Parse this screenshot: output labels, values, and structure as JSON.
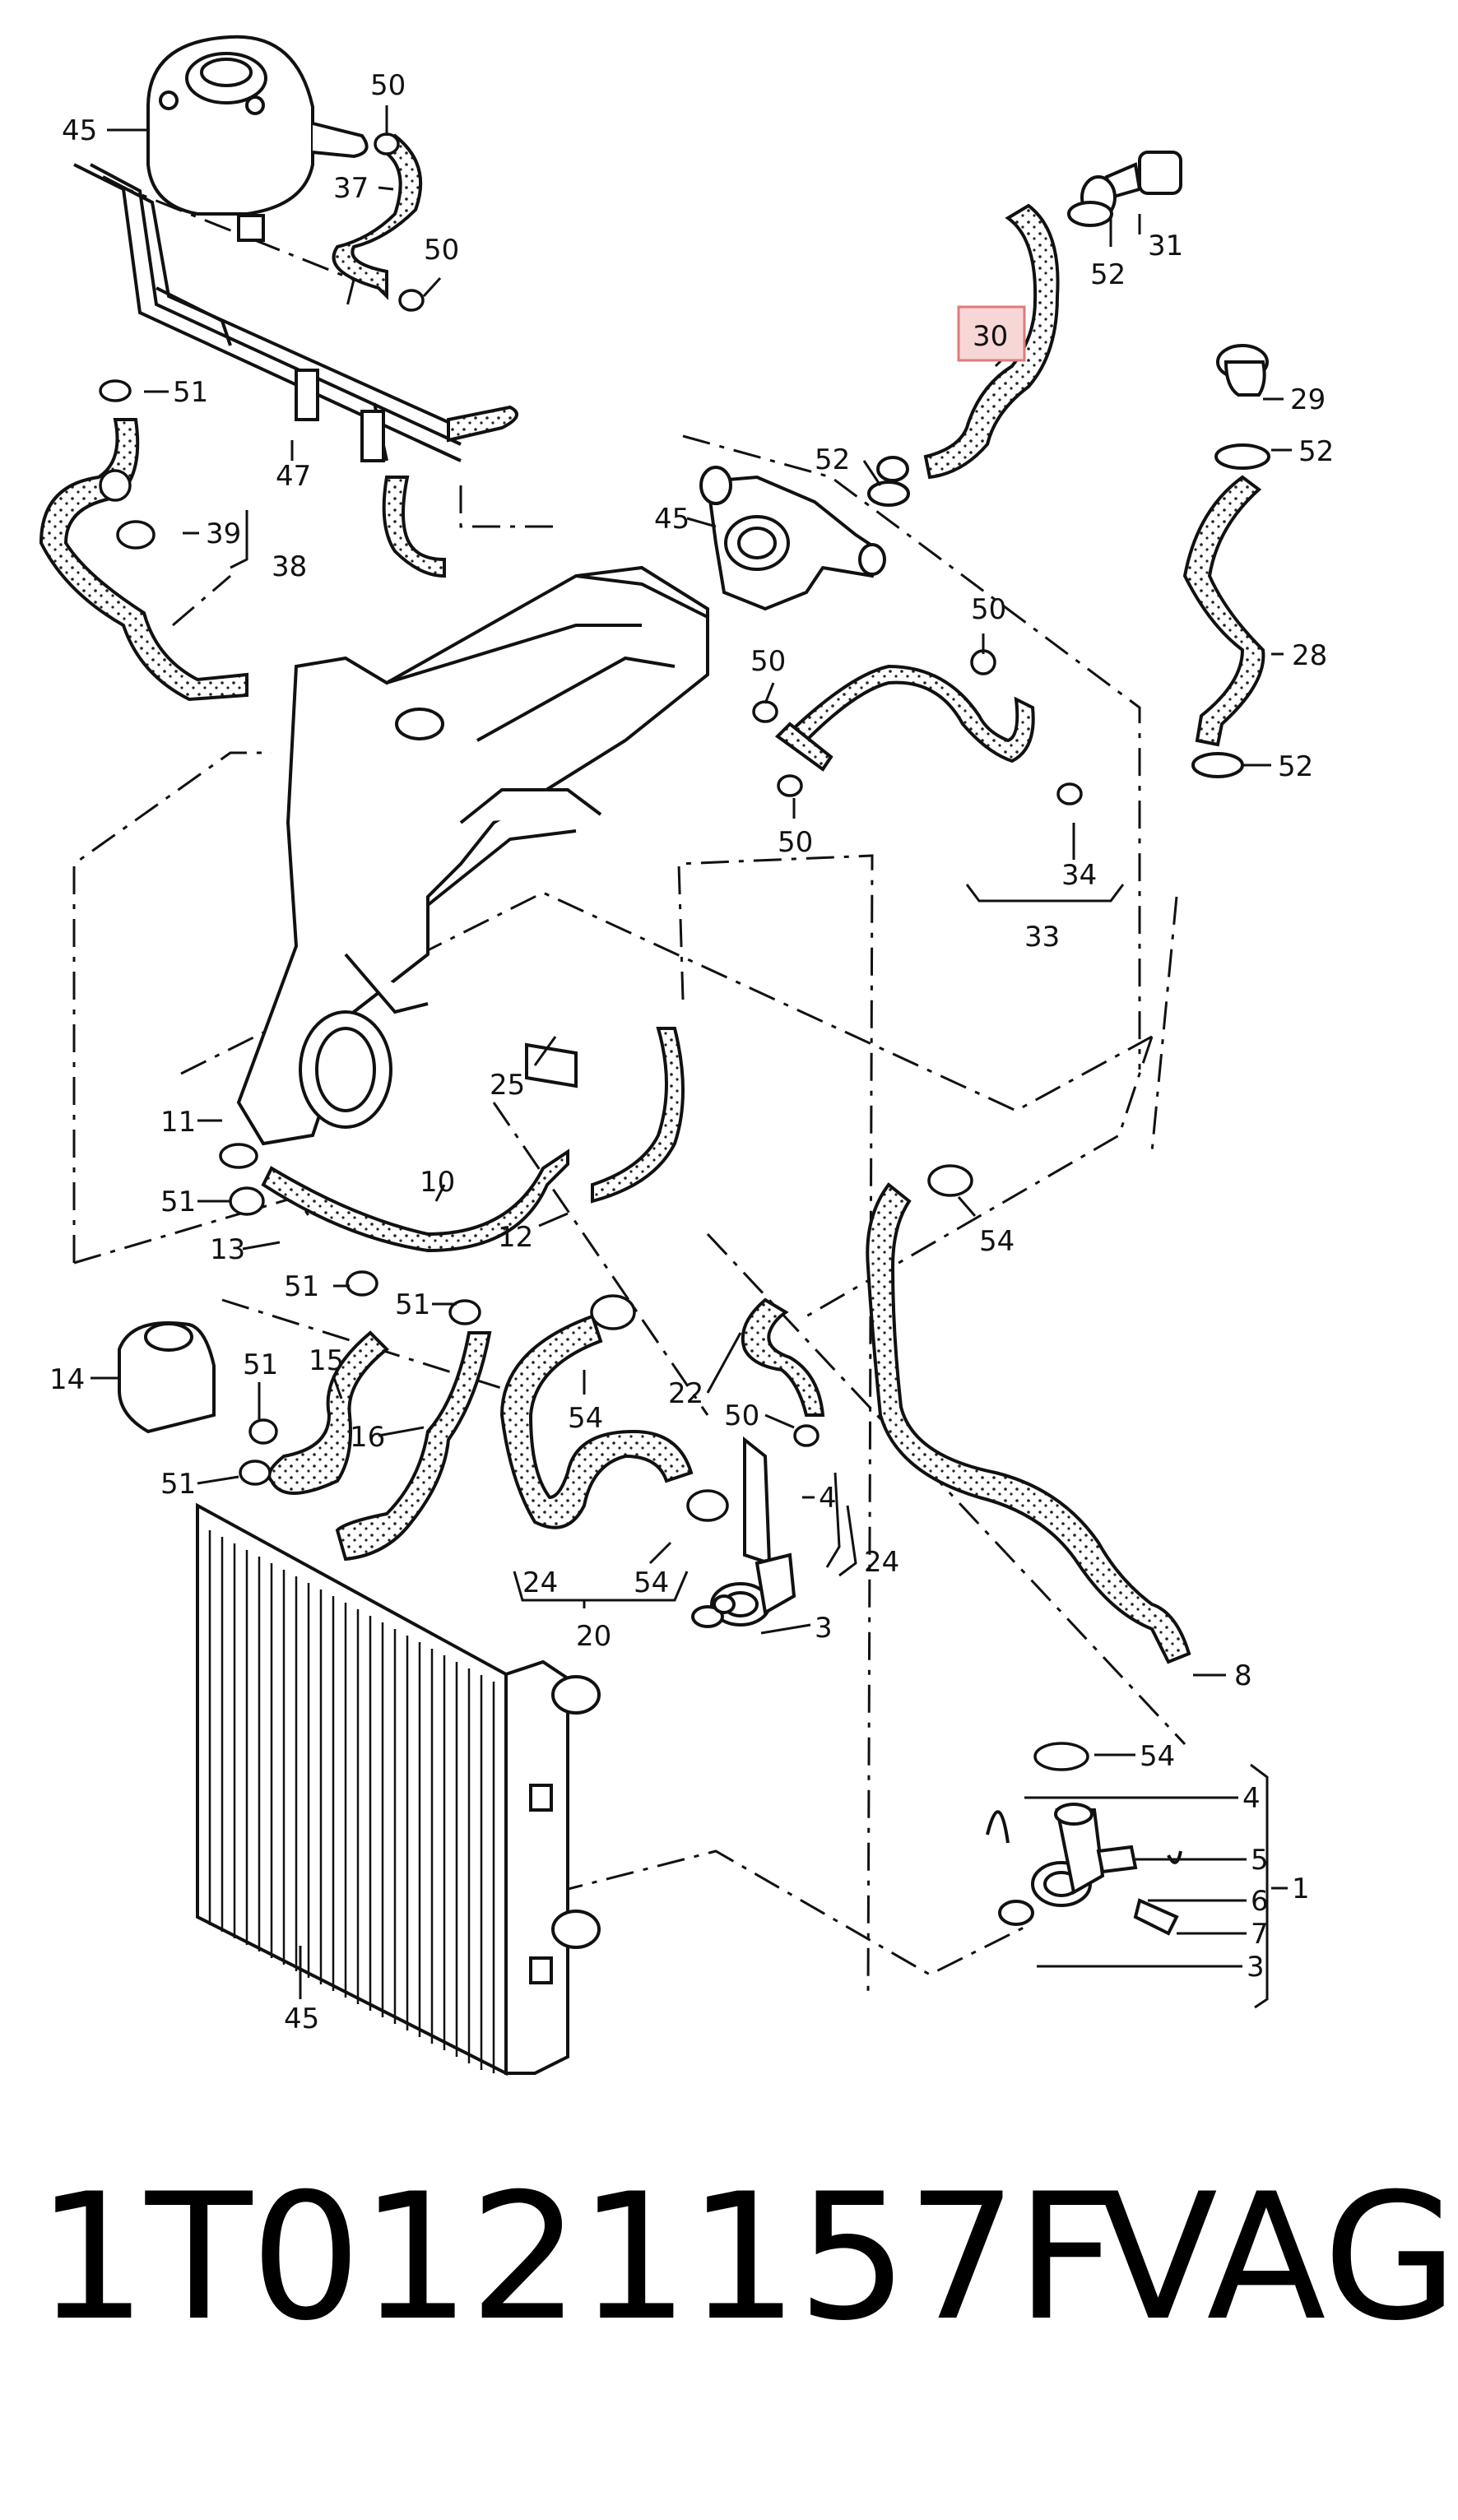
{
  "part_number": "1T0121157F",
  "brand": "VAG",
  "highlighted_label": "30",
  "highlight_color": "#f7d6d6",
  "labels": {
    "l45a": "45",
    "l50a": "50",
    "l37": "37",
    "l50b": "50",
    "l51a": "51",
    "l47": "47",
    "l39": "39",
    "l38": "38",
    "l31": "31",
    "l52a": "52",
    "l30": "30",
    "l29": "29",
    "l52b": "52",
    "l52c": "52",
    "l45b": "45",
    "l28": "28",
    "l50c": "50",
    "l50d": "50",
    "l52d": "52",
    "l50e": "50",
    "l34": "34",
    "l33": "33",
    "l25": "25",
    "l11": "11",
    "l10": "10",
    "l51b": "51",
    "l12": "12",
    "l13": "13",
    "l51c": "51",
    "l51d": "51",
    "l54a": "54",
    "l14": "14",
    "l51e": "51",
    "l15": "15",
    "l16": "16",
    "l51f": "51",
    "l22": "22",
    "l50f": "50",
    "l54b": "54",
    "l4a": "4",
    "l24a": "24",
    "l24b": "24",
    "l54c": "54",
    "l3a": "3",
    "l20": "20",
    "l8": "8",
    "l54d": "54",
    "l4b": "4",
    "l5": "5",
    "l6": "6",
    "l1": "1",
    "l7": "7",
    "l3b": "3",
    "l45c": "45"
  }
}
